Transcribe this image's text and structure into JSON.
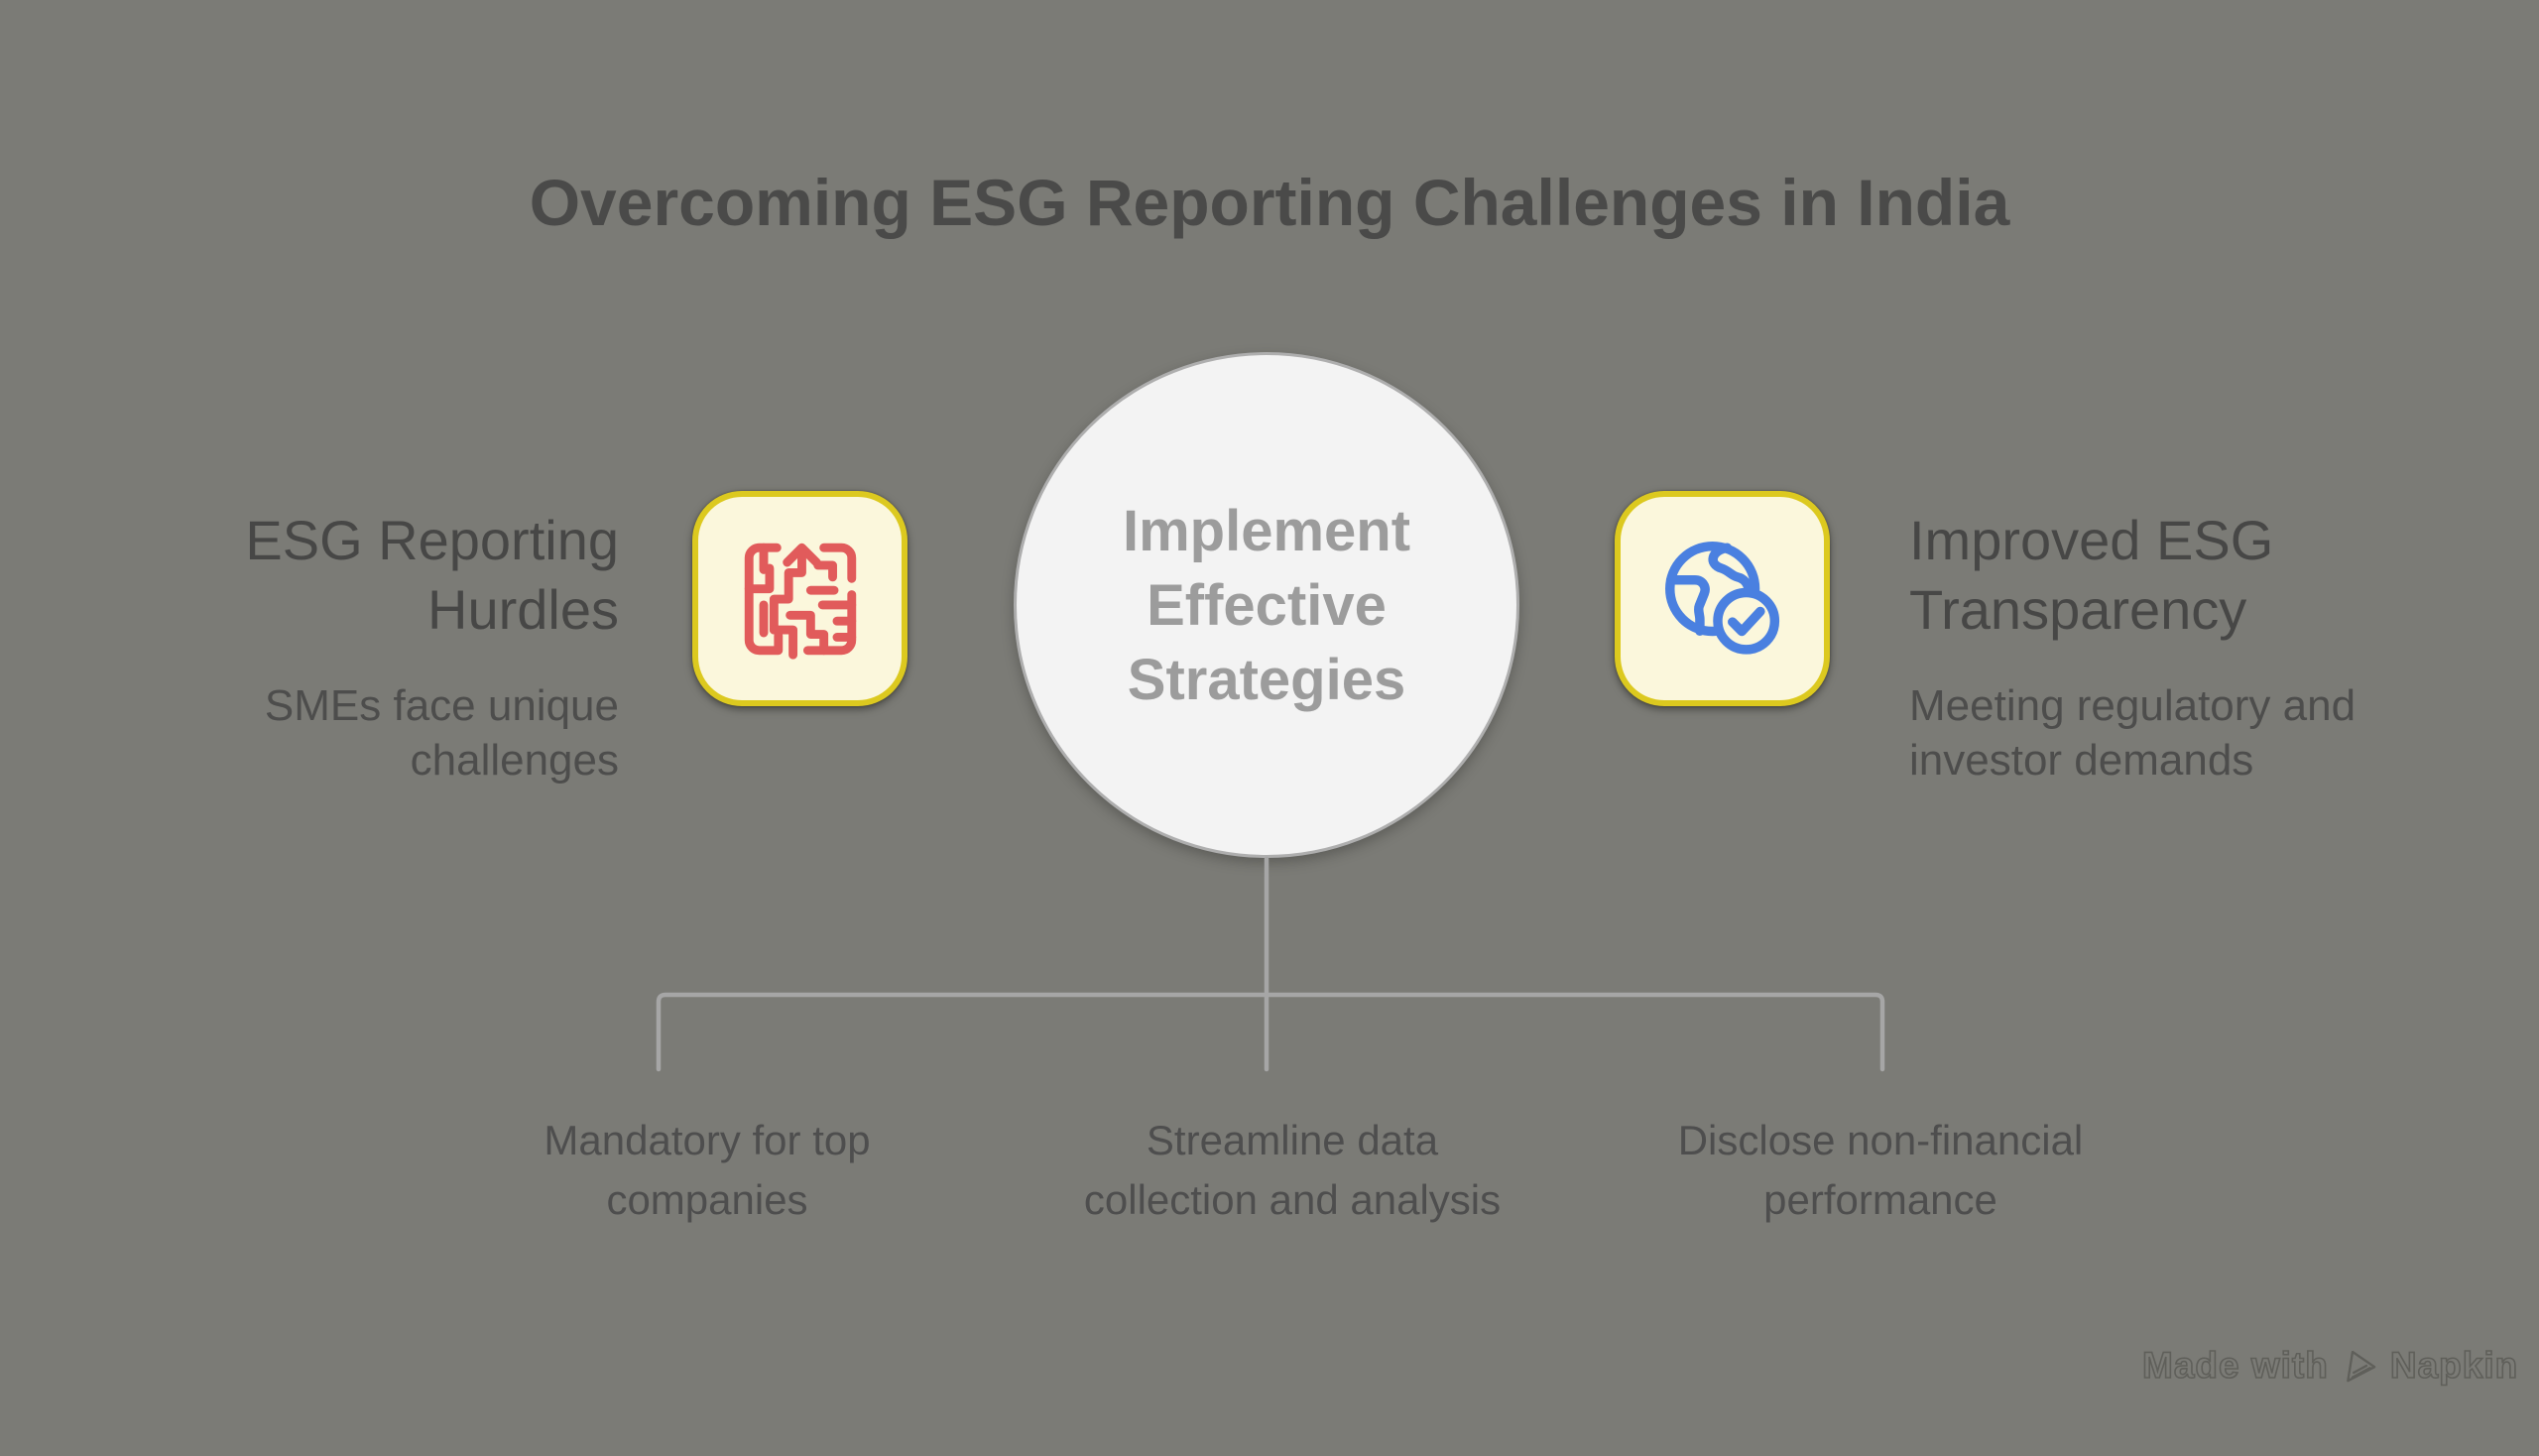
{
  "title": "Overcoming ESG Reporting Challenges in India",
  "center": {
    "label": "Implement Effective Strategies"
  },
  "left": {
    "heading": "ESG Reporting Hurdles",
    "subtitle": "SMEs face unique challenges",
    "icon": "maze-arrow-icon"
  },
  "right": {
    "heading": "Improved ESG Transparency",
    "subtitle": "Meeting regulatory and investor demands",
    "icon": "globe-check-icon"
  },
  "bottom_items": [
    {
      "label": "Mandatory for top companies"
    },
    {
      "label": "Streamline data collection and analysis"
    },
    {
      "label": "Disclose non-financial performance"
    }
  ],
  "watermark": {
    "made_with": "Made with",
    "brand": "Napkin",
    "icon": "napkin-logo-icon"
  },
  "colors": {
    "background": "#7b7b76",
    "title_text": "#4a4a49",
    "heading_text": "#474746",
    "subtitle_text": "#4d4d4c",
    "circle_fill": "#f3f3f3",
    "circle_border": "#aeaeae",
    "circle_text": "#9c9c9c",
    "tile_fill": "#fbf7dc",
    "tile_border": "#dcc91f",
    "maze_red": "#e15b5b",
    "globe_blue": "#4a80e0",
    "connector_gray": "#a6a6a6",
    "bottom_text": "#4e4e4e"
  }
}
